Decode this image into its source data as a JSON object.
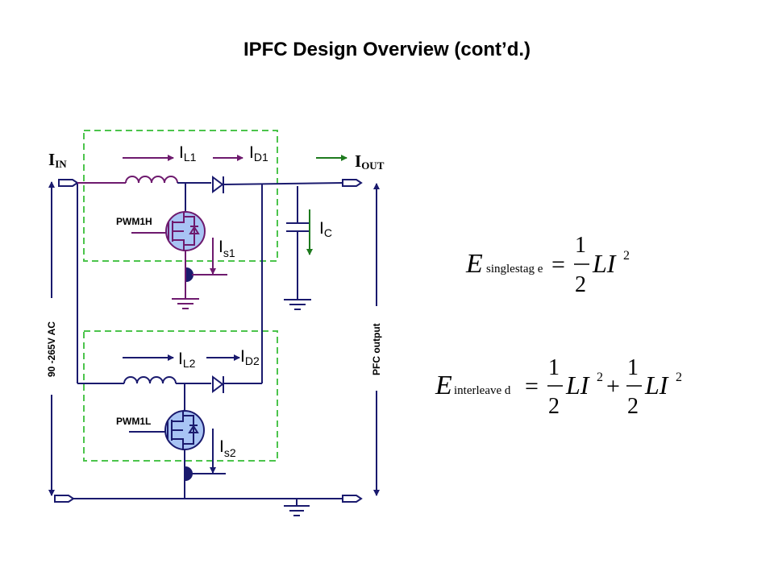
{
  "title": "IPFC Design Overview (cont’d.)",
  "colors": {
    "wire_navy": "#1a1a6e",
    "wire_purple": "#6e1a6e",
    "stage_box_green": "#4cc44c",
    "arrow_green": "#1e7a1e",
    "mosfet_fill": "#a8c4f4",
    "label_black": "#000000"
  },
  "circuit": {
    "input_current": {
      "main": "I",
      "sub": "IN"
    },
    "output_current": {
      "main": "I",
      "sub": "OUT"
    },
    "input_voltage_label": "90 -265V AC",
    "output_label": "PFC output",
    "stage1": {
      "inductor_current": {
        "main": "I",
        "sub": "L1"
      },
      "diode_current": {
        "main": "I",
        "sub": "D1"
      },
      "switch_current": {
        "main": "I",
        "sub": "s1"
      },
      "pwm_label": "PWM1H"
    },
    "stage2": {
      "inductor_current": {
        "main": "I",
        "sub": "L2"
      },
      "diode_current": {
        "main": "I",
        "sub": "D2"
      },
      "switch_current": {
        "main": "I",
        "sub": "s2"
      },
      "pwm_label": "PWM1L"
    },
    "capacitor_current": {
      "main": "I",
      "sub": "C"
    }
  },
  "equations": {
    "single_stage": {
      "lhs_main": "E",
      "lhs_sub": "singlestag e",
      "equals": "=",
      "numerator": "1",
      "denominator": "2",
      "term": "LI",
      "exponent": "2"
    },
    "interleaved": {
      "lhs_main": "E",
      "lhs_sub": "interleave d",
      "equals": "=",
      "numerator1": "1",
      "denominator1": "2",
      "term1": "LI",
      "exponent1": "2",
      "plus": "+",
      "numerator2": "1",
      "denominator2": "2",
      "term2": "LI",
      "exponent2": "2"
    }
  }
}
